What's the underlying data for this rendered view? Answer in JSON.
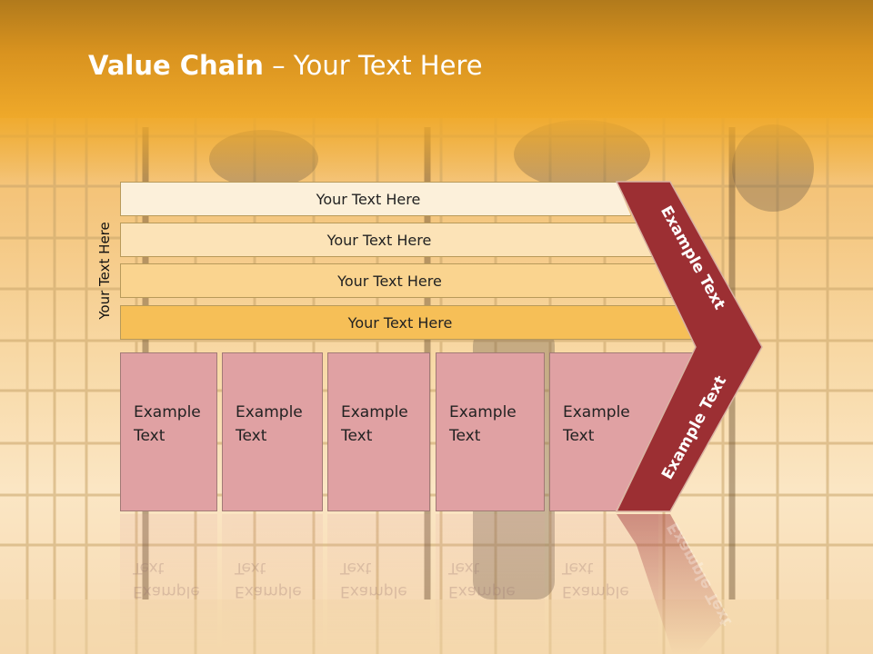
{
  "title": {
    "bold": "Value Chain",
    "rest": " – Your Text Here"
  },
  "side_label": "Your Text Here",
  "rows": [
    {
      "label": "Your Text Here",
      "color": "#fcf0da"
    },
    {
      "label": "Your Text Here",
      "color": "#fce3b7"
    },
    {
      "label": "Your Text Here",
      "color": "#fad48f"
    },
    {
      "label": "Your Text Here",
      "color": "#f6bf57"
    }
  ],
  "boxes": [
    {
      "line1": "Example",
      "line2": "Text"
    },
    {
      "line1": "Example",
      "line2": "Text"
    },
    {
      "line1": "Example",
      "line2": "Text"
    },
    {
      "line1": "Example",
      "line2": "Text"
    },
    {
      "line1": "Example",
      "line2": "Text"
    }
  ],
  "chevron": {
    "upper": "Example Text",
    "lower": "Example Text",
    "color": "#9c2f33"
  }
}
